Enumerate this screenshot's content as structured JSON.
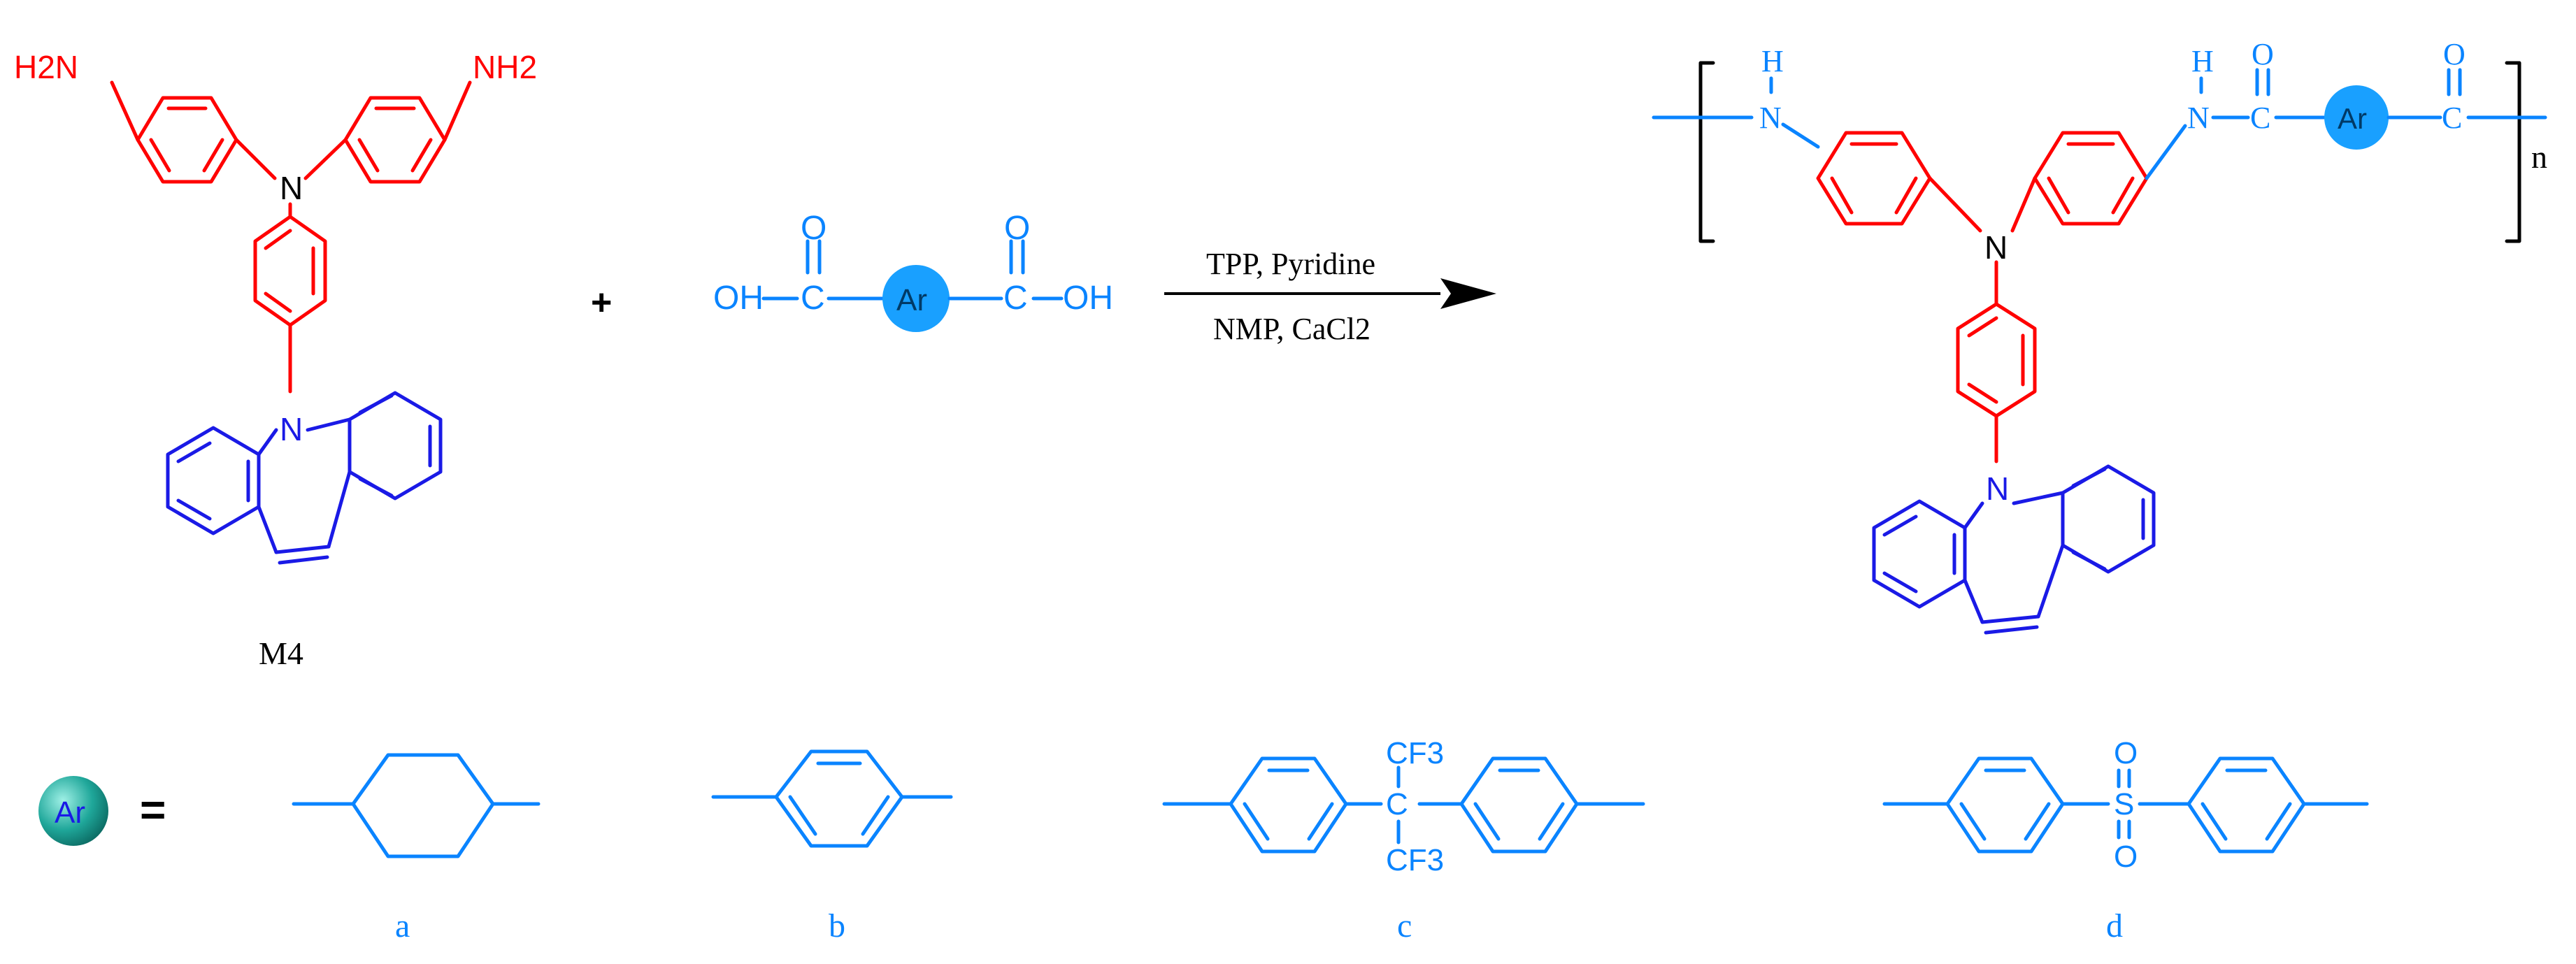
{
  "colors": {
    "monomer": "#ff0000",
    "acid": "#0a84ff",
    "azepine": "#1a1ae6",
    "text": "#000000",
    "ar_ball_blue": "#19a0ff",
    "ar_ball_teal": "#1fa79a"
  },
  "reactants": {
    "monomer": {
      "nh2_left": "H2N",
      "nh2_right": "NH2",
      "n_center": "N",
      "n_azepine": "N",
      "label": "M4"
    },
    "plus_sign": "+",
    "diacid": {
      "oh_left": "OH",
      "c_left": "C",
      "o_left": "O",
      "ar": "Ar",
      "c_right": "C",
      "o_right": "O",
      "oh_right": "OH"
    }
  },
  "conditions": {
    "top": "TPP, Pyridine",
    "bottom": "NMP, CaCl2"
  },
  "product": {
    "h_left": "H",
    "n_left": "N",
    "n_center": "N",
    "n_azepine": "N",
    "h_right": "H",
    "n_right": "N",
    "c_left": "C",
    "o_left": "O",
    "ar": "Ar",
    "c_right": "C",
    "o_right": "O",
    "repeat": "n"
  },
  "ar_legend": {
    "symbol": "Ar",
    "equals": "=",
    "options": [
      {
        "label": "a",
        "structure": "1,4-cyclohexylene"
      },
      {
        "label": "b",
        "structure": "1,4-phenylene",
        "atoms": []
      },
      {
        "label": "c",
        "atoms": [
          "CF3",
          "C",
          "CF3"
        ]
      },
      {
        "label": "d",
        "atoms": [
          "S",
          "O",
          "O"
        ]
      }
    ]
  }
}
